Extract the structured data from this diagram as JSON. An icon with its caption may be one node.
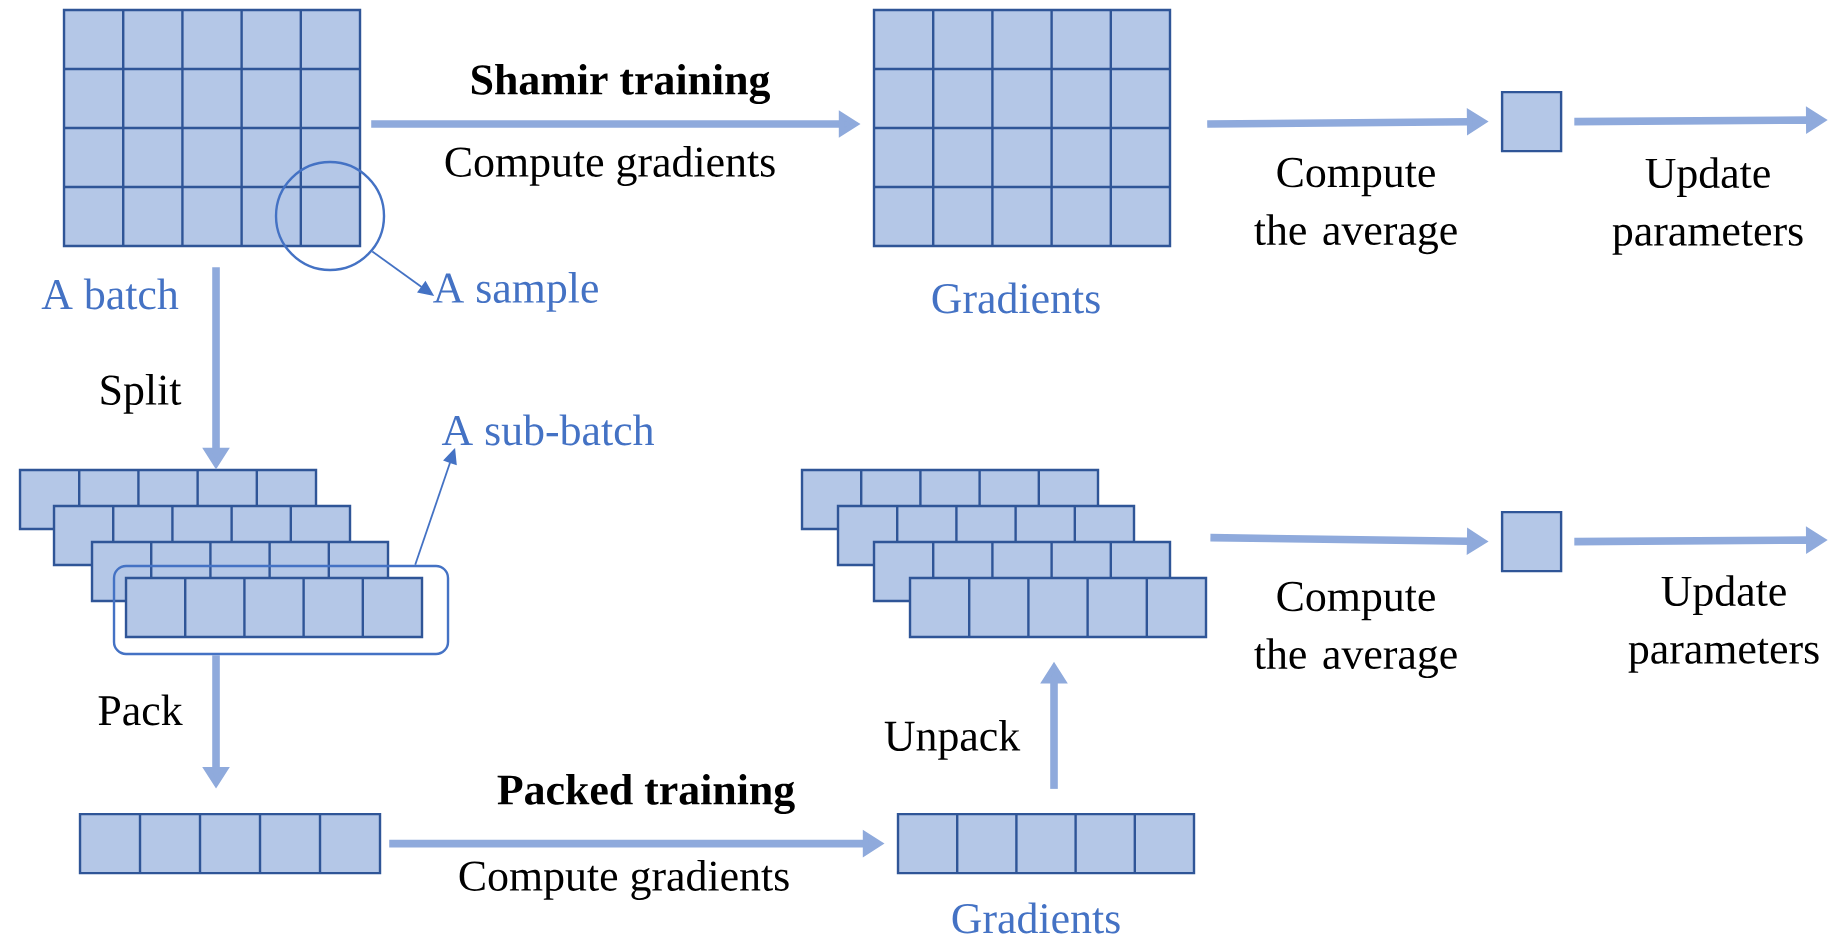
{
  "diagram": {
    "nodes": [
      {
        "text": [],
        "shape": "box",
        "beside": [
          "A batch"
        ]
      },
      {
        "text": [],
        "shape": "circle"
      },
      {
        "text": [
          "A sample"
        ]
      },
      {
        "text": [],
        "shape": "box",
        "beside": [
          "Gradients"
        ]
      },
      {
        "text": [],
        "shape": "box"
      },
      {
        "text": [],
        "shape": "box"
      },
      {
        "text": [],
        "shape": "box"
      },
      {
        "text": [
          "A sub-batch"
        ]
      },
      {
        "text": [],
        "shape": "box"
      },
      {
        "text": [],
        "shape": "box",
        "beside": [
          "Gradients"
        ]
      },
      {
        "text": [],
        "shape": "box"
      },
      {
        "text": [],
        "shape": "box"
      }
    ],
    "edges": [
      {
        "from": 0,
        "to": 3,
        "arrow": "to",
        "label": "Shamir training"
      },
      {
        "from": 0,
        "to": 5,
        "arrow": "to",
        "label": "Split"
      },
      {
        "from": 1,
        "to": 2,
        "arrow": "to",
        "color": "#4472c4"
      },
      {
        "from": 3,
        "to": 4,
        "arrow": "to",
        "label": "Compute the average"
      },
      {
        "from": 4,
        "to": null,
        "arrow": "to",
        "label": "Update parameters"
      },
      {
        "from": 6,
        "to": 7,
        "arrow": "to",
        "color": "#4472c4"
      },
      {
        "from": 6,
        "to": 8,
        "arrow": "to",
        "label": "Pack"
      },
      {
        "from": 8,
        "to": 9,
        "arrow": "to",
        "label": "Packed training"
      },
      {
        "from": 9,
        "to": 10,
        "arrow": "to",
        "label": "Unpack"
      },
      {
        "from": 10,
        "to": 11,
        "arrow": "to",
        "label": "Compute the average"
      },
      {
        "from": 11,
        "to": null,
        "arrow": "to",
        "label": "Update parameters"
      }
    ],
    "labels": [
      "Compute gradients",
      "Compute gradients"
    ]
  }
}
